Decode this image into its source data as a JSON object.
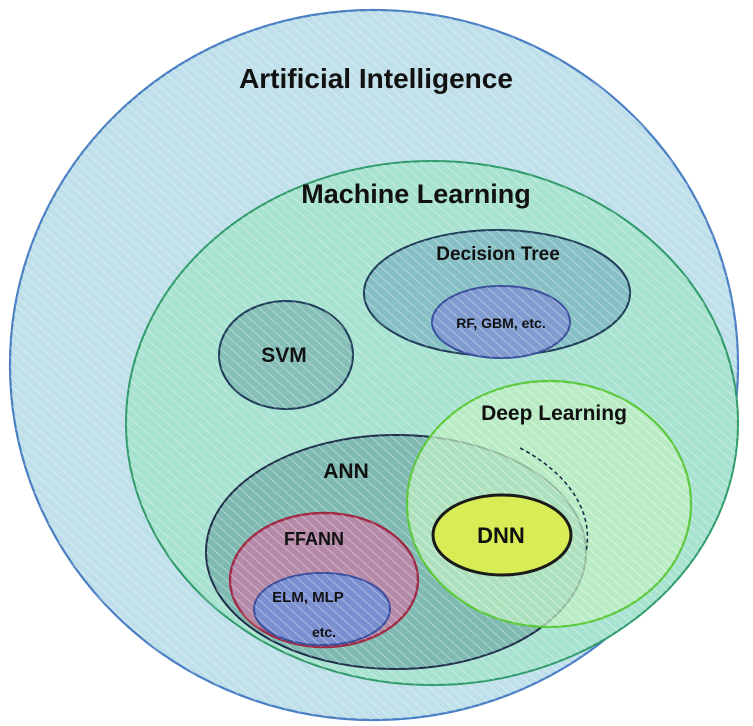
{
  "diagram": {
    "sets": {
      "ai": "Artificial Intelligence",
      "ml": "Machine Learning",
      "decision_tree": "Decision Tree",
      "rf_gbm": "RF, GBM, etc.",
      "svm": "SVM",
      "deep_learning": "Deep Learning",
      "ann": "ANN",
      "ffann": "FFANN",
      "elm_mlp_line1": "ELM, MLP",
      "elm_mlp_line2": "etc.",
      "dnn": "DNN"
    },
    "colors": {
      "ai_fill": "#bfe0ea",
      "ai_stroke": "#4a7fc4",
      "ml_fill": "#a8e2d0",
      "ml_stroke": "#2f9b6a",
      "decision_tree_fill": "#86bfc4",
      "decision_tree_stroke": "#1f3d5a",
      "rf_gbm_fill": "#7f9bcf",
      "rf_gbm_stroke": "#3a4f9e",
      "svm_fill": "#86bfb8",
      "svm_stroke": "#1f3d5a",
      "ann_fill": "#7fbab2",
      "ann_stroke": "#1f2f4a",
      "deep_learning_fill": "#bff0c0",
      "deep_learning_stroke": "#5cc83c",
      "ffann_fill": "#b58aa8",
      "ffann_stroke": "#9e2a45",
      "elm_mlp_fill": "#7a8fd0",
      "elm_mlp_stroke": "#3a4f9e",
      "dnn_fill": "#d8ec56",
      "dnn_stroke": "#1a1a1a"
    }
  }
}
